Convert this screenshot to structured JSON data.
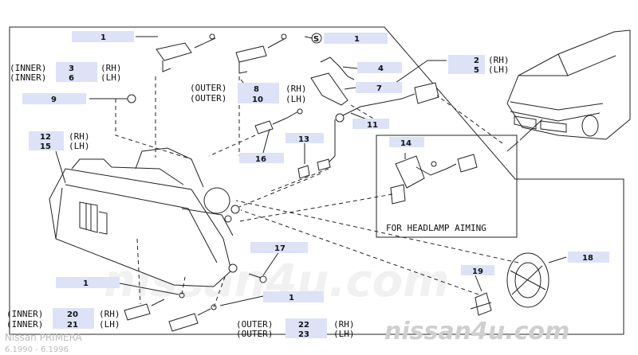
{
  "diagram": {
    "model_name": "Nissan PRIMERA",
    "model_period": "6.1990 - 6.1996",
    "watermark_center": "nissan4u.com",
    "watermark_corner": "nissan4u.com",
    "box_caption": "FOR HEADLAMP AIMING",
    "highlight_color": "#dde2f7",
    "callouts": {
      "c1_top_left": "1",
      "c1_top_right": "1",
      "c1_lower_mid": "1",
      "c1_lower_left": "1",
      "c3": "3",
      "c6": "6",
      "c9": "9",
      "c12": "12",
      "c15": "15",
      "c8": "8",
      "c10": "10",
      "c4": "4",
      "c7": "7",
      "c11": "11",
      "c2": "2",
      "c5": "5",
      "c13": "13",
      "c16": "16",
      "c14": "14",
      "c17": "17",
      "c18": "18",
      "c19": "19",
      "c20": "20",
      "c21": "21",
      "c22": "22",
      "c23": "23"
    },
    "text": {
      "inner": "(INNER)",
      "outer": "(OUTER)",
      "rh": "(RH)",
      "lh": "(LH)",
      "s_symbol": "S"
    }
  }
}
